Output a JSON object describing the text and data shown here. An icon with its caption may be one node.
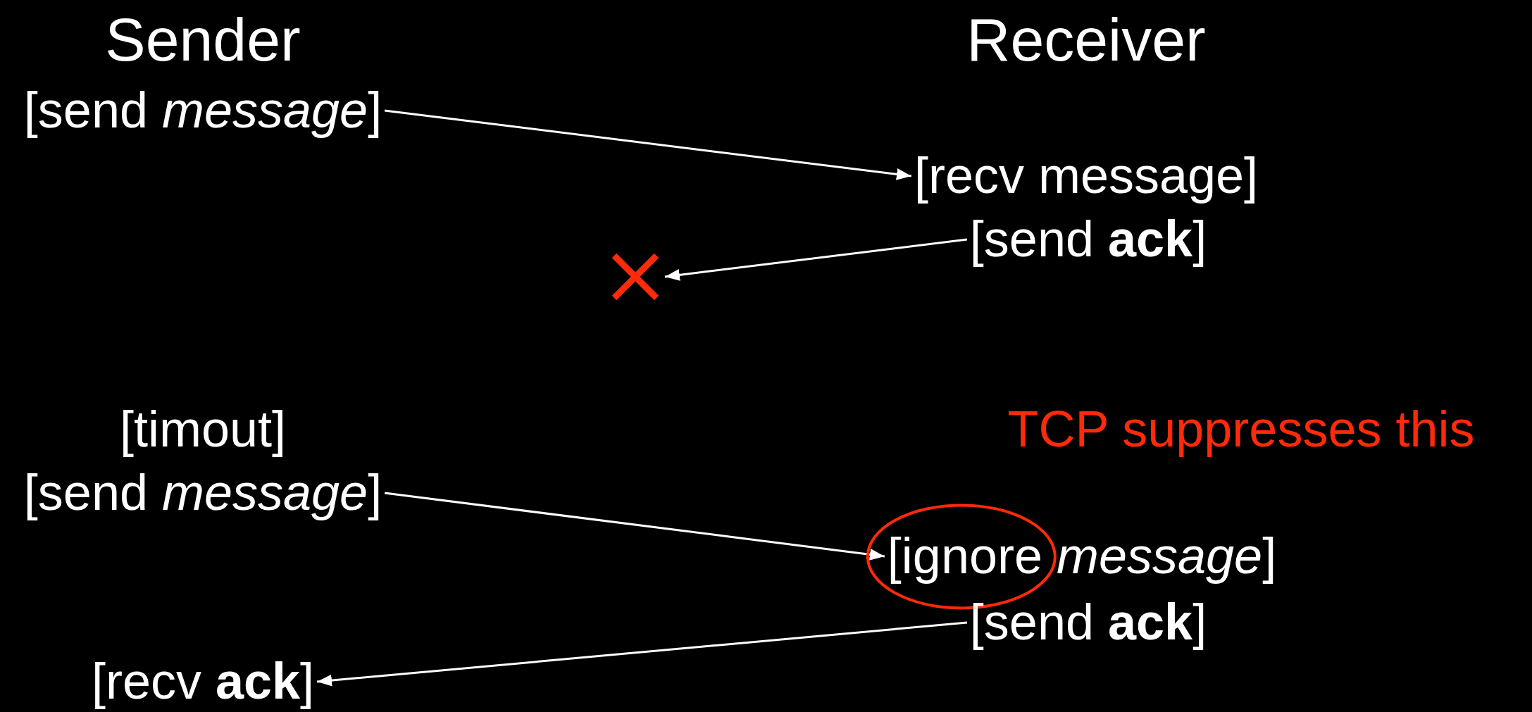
{
  "diagram": {
    "nodes": [
      {
        "text": [
          "[send *message*]"
        ]
      },
      {
        "text": [
          "[recv message]"
        ]
      },
      {
        "text": [
          "[send **ack**]"
        ]
      },
      {
        "text": [],
        "shape": "cross"
      },
      {
        "text": [
          "[send *message*]"
        ]
      },
      {
        "text": [
          "[ignore *message*]"
        ]
      },
      {
        "text": [
          "[send **ack**]"
        ]
      },
      {
        "text": [
          "[recv **ack**]"
        ]
      }
    ],
    "edges": [
      {
        "from": 0,
        "to": 1,
        "arrow": "to"
      },
      {
        "from": 2,
        "to": 3,
        "arrow": "to"
      },
      {
        "from": 4,
        "to": 5,
        "arrow": "to"
      },
      {
        "from": 6,
        "to": 7,
        "arrow": "to"
      }
    ],
    "labels": [
      "Sender",
      "Receiver",
      "[timout]",
      "TCP suppresses this"
    ]
  }
}
